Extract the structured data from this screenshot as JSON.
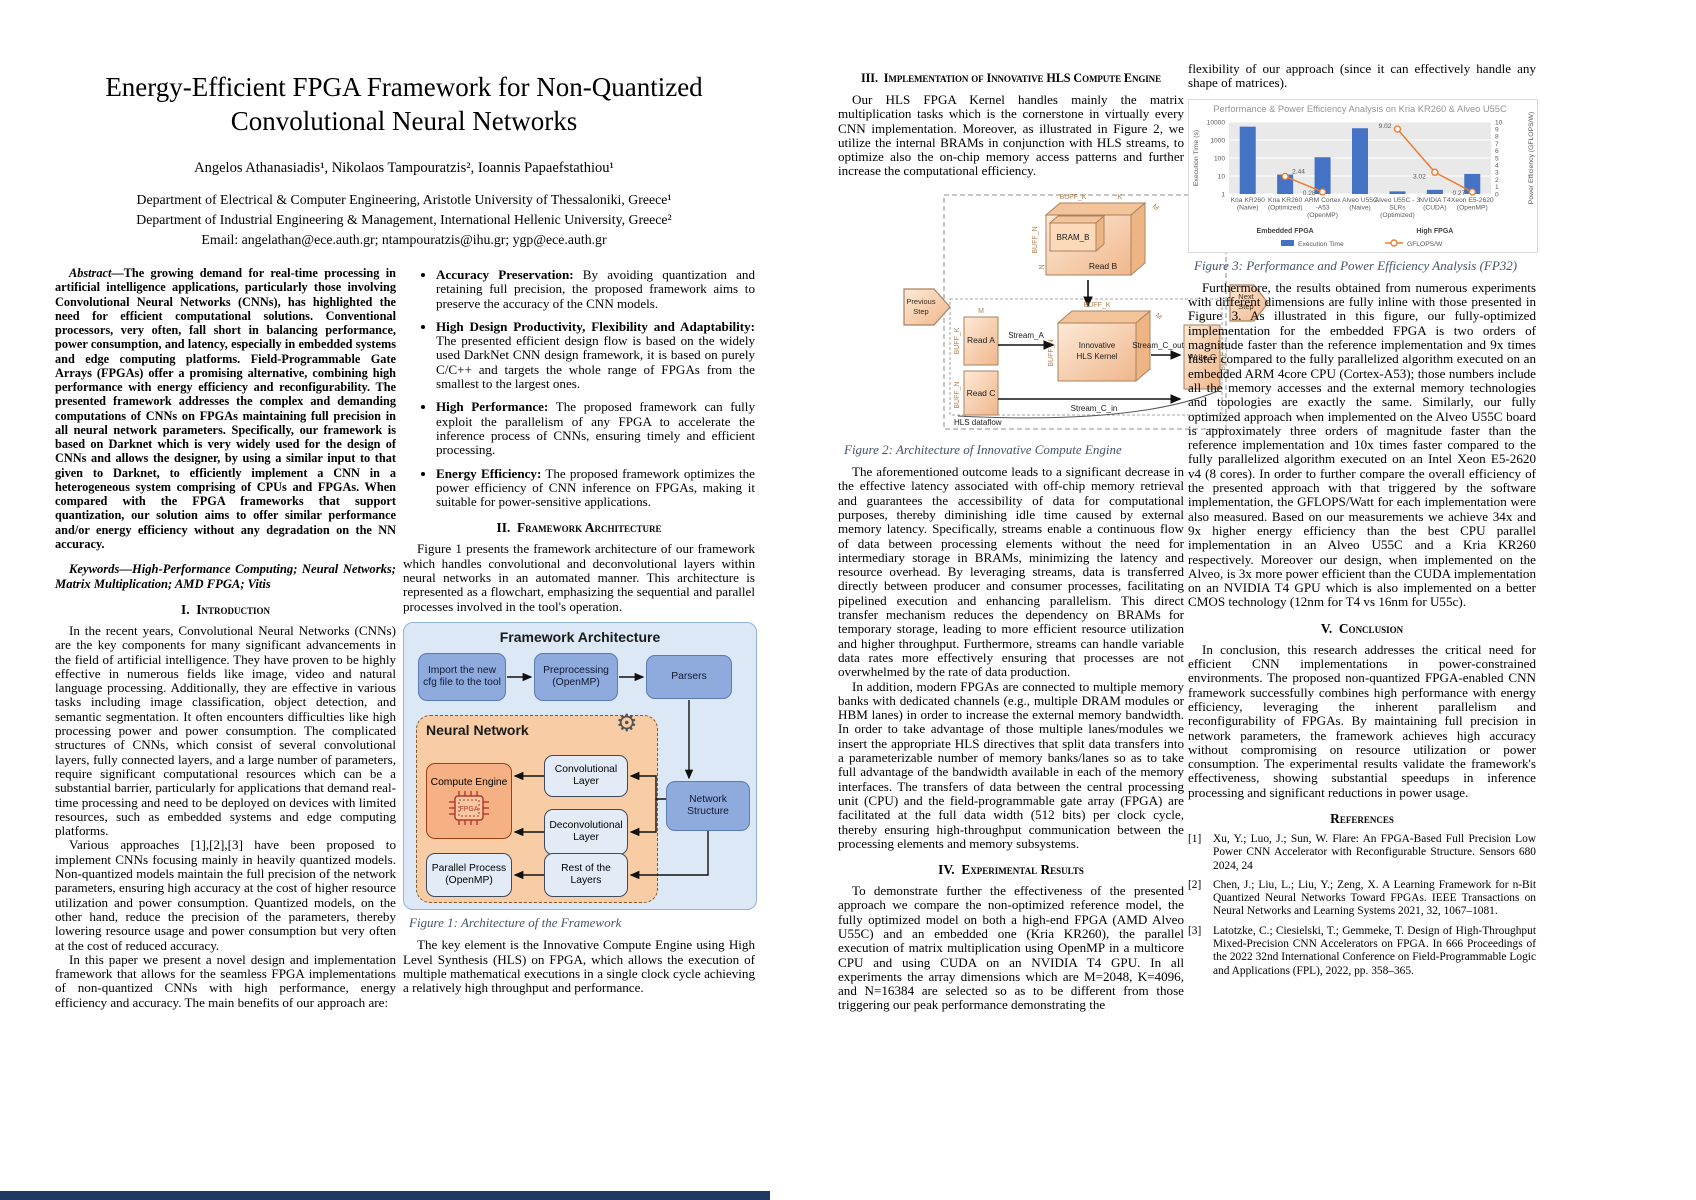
{
  "colors": {
    "bar_blue": "#4472c4",
    "line_orange": "#ed7d31",
    "caption": "#44546a",
    "fig_blue": "#8faadc",
    "fig_peach": "#f8cda6",
    "bottom_bar": "#1f3864"
  },
  "page1": {
    "title": "Energy-Efficient FPGA Framework for Non-Quantized Convolutional Neural Networks",
    "authors": "Angelos Athanasiadis¹, Nikolaos Tampouratzis², Ioannis Papaefstathiou¹",
    "affil1": "Department of Electrical & Computer Engineering, Aristotle University of Thessaloniki, Greece¹",
    "affil2": "Department of Industrial Engineering & Management, International Hellenic University, Greece²",
    "email": "Email: angelathan@ece.auth.gr; ntampouratzis@ihu.gr; ygp@ece.auth.gr",
    "abstract_label": "Abstract",
    "abstract_body": "—The growing demand for real-time processing in artificial intelligence applications, particularly those involving Convolutional Neural Networks (CNNs), has highlighted the need for efficient computational solutions. Conventional processors, very often, fall short in balancing performance, power consumption, and latency, especially in embedded systems and edge computing platforms. Field-Programmable Gate Arrays (FPGAs) offer a promising alternative, combining high performance with energy efficiency and reconfigurability. The presented framework addresses the complex and demanding computations of CNNs on FPGAs maintaining full precision in all neural network parameters. Specifically, our framework is based on Darknet which is very widely used for the design of CNNs and allows the designer, by using a similar input to that given to Darknet, to efficiently implement a CNN in a heterogeneous system comprising of CPUs and FPGAs. When compared with the FPGA frameworks that support quantization, our solution aims to offer similar performance and/or energy efficiency without any degradation on the NN accuracy.",
    "keywords_label": "Keywords",
    "keywords_body": "—High-Performance Computing; Neural Networks; Matrix Multiplication; AMD FPGA; Vitis",
    "sec1_heading": "I.  Introduction",
    "intro_p1": "In the recent years, Convolutional Neural Networks (CNNs) are the key components for many significant advancements in the field of artificial intelligence. They have proven to be highly effective in numerous fields like image, video and natural language processing. Additionally, they are effective in various tasks including image classification, object detection, and semantic segmentation. It often encounters difficulties like high processing power and power consumption. The complicated structures of CNNs, which consist of several convolutional layers, fully connected layers, and a large number of parameters, require significant computational resources which can be a substantial barrier, particularly for applications that demand real-time processing and need to be deployed on devices with limited resources, such as embedded systems and edge computing platforms.",
    "intro_p2": "Various approaches [1],[2],[3] have been proposed to implement CNNs focusing mainly in heavily quantized models. Non-quantized models maintain the full precision of the network parameters, ensuring high accuracy at the cost of higher resource utilization and power consumption. Quantized models, on the other hand, reduce the precision of the parameters, thereby lowering resource usage and power consumption but very often at the cost of reduced accuracy.",
    "intro_p3": "In this paper we present a novel design and implementation framework that allows for the seamless FPGA implementations of non-quantized CNNs with high performance, energy efficiency and accuracy. The main benefits of our approach are:",
    "bullets": [
      {
        "bold": "Accuracy Preservation:",
        "rest": " By avoiding quantization and retaining full precision, the proposed framework aims to preserve the accuracy of the CNN models."
      },
      {
        "bold": "High Design Productivity, Flexibility and Adaptability:",
        "rest": " The presented efficient design flow is based on the widely used DarkNet CNN design framework, it is based on purely C/C++ and targets the whole range of FPGAs from the smallest to the largest ones."
      },
      {
        "bold": "High Performance:",
        "rest": " The proposed framework can fully exploit the parallelism of any FPGA to accelerate the inference process of CNNs, ensuring timely and efficient processing."
      },
      {
        "bold": "Energy Efficiency:",
        "rest": " The proposed framework optimizes the power efficiency of CNN inference on FPGAs, making it suitable for power-sensitive applications."
      }
    ],
    "sec2_heading": "II.  Framework Architecture",
    "sec2_p1": "Figure 1 presents the framework architecture of our framework which handles convolutional and deconvolutional layers within neural networks in an automated manner. This architecture is represented as a flowchart, emphasizing the sequential and parallel processes involved in the tool's operation.",
    "fig1": {
      "title": "Framework Architecture",
      "box_import": "Import the new cfg file to the tool",
      "box_preprocessing": "Preprocessing (OpenMP)",
      "box_parsers": "Parsers",
      "nn_label": "Neural Network",
      "box_compute": "Compute Engine",
      "fpga": "FPGA",
      "box_conv": "Convolutional Layer",
      "box_deconv": "Deconvolutional Layer",
      "box_parallel": "Parallel Process (OpenMP)",
      "box_rest": "Rest of the Layers",
      "box_network": "Network Structure",
      "caption": "Figure 1: Architecture of the Framework"
    },
    "sec2_p2": "The key element is the Innovative Compute Engine using High Level Synthesis (HLS) on FPGA, which allows the execution of multiple mathematical executions in a single clock cycle achieving a relatively high throughput and performance."
  },
  "page2": {
    "sec3_heading": "III.  Implementation of Innovative HLS Compute Engine",
    "sec3_p1": "Our HLS FPGA Kernel handles mainly the matrix multiplication tasks which is the cornerstone in virtually every CNN implementation. Moreover, as illustrated in Figure 2, we utilize the internal BRAMs in conjunction with HLS streams, to optimize also the on-chip memory access patterns and further increase the computational efficiency.",
    "fig2": {
      "prev_l1": "Previous",
      "prev_l2": "Step",
      "next_l1": "Next",
      "next_l2": "Step",
      "bram_b": "BRAM_B",
      "read_b": "Read B",
      "read_a": "Read A",
      "read_c": "Read C",
      "write_c": "Write C",
      "kernel_l1": "Innovative",
      "kernel_l2": "HLS Kernel",
      "stream_a": "Stream_A",
      "stream_c_out": "Stream_C_out",
      "stream_c_in": "Stream_C_in",
      "hls_dataflow": "HLS dataflow",
      "dim_buff_k": "BUFF_K",
      "dim_buff_n": "BUFF_N",
      "dim_k": "K",
      "dim_m": "M",
      "dim_n": "N"
    },
    "fig2_caption": "Figure 2: Architecture of Innovative Compute Engine",
    "sec3_p2": "The aforementioned outcome leads to a significant decrease in the effective latency associated with off-chip memory retrieval and guarantees the accessibility of data for computational purposes, thereby diminishing idle time caused by external memory latency. Specifically, streams enable a continuous flow of data between processing elements without the need for intermediary storage in BRAMs, minimizing the latency and resource overhead. By leveraging streams, data is transferred directly between producer and consumer processes, facilitating pipelined execution and enhancing parallelism. This direct transfer mechanism reduces the dependency on BRAMs for temporary storage, leading to more efficient resource utilization and higher throughput. Furthermore, streams can handle variable data rates more effectively ensuring that processes are not overwhelmed by the rate of data production.",
    "sec3_p3": "In addition, modern FPGAs are connected to multiple memory banks with dedicated channels (e.g., multiple DRAM modules or HBM lanes) in order to increase the external memory bandwidth. In order to take advantage of those multiple lanes/modules we insert the appropriate HLS directives that split data transfers into a parameterizable number of memory banks/lanes so as to take full advantage of the bandwidth available in each of the memory interfaces. The transfers of data between the central processing unit (CPU) and the field-programmable gate array (FPGA) are facilitated at the full data width (512 bits) per clock cycle, thereby ensuring high-throughput communication between the processing elements and memory subsystems.",
    "sec4_heading": "IV.  Experimental Results",
    "sec4_p1": "To demonstrate further the effectiveness of the presented approach we compare the non-optimized reference model, the fully optimized model on both a high-end FPGA (AMD Alveo U55C) and an embedded one (Kria KR260), the parallel execution of matrix multiplication using OpenMP in a multicore CPU and using CUDA on an NVIDIA T4 GPU. In all experiments the array dimensions which are M=2048, K=4096, and N=16384 are selected so as to be different from those triggering our peak performance demonstrating the",
    "sec4_cont": "flexibility of our approach (since it can effectively handle any shape of matrices).",
    "fig3_caption": "Figure 3: Performance and Power Efficiency Analysis (FP32)",
    "sec4_p2": "Furthermore, the results obtained from numerous experiments with different dimensions are fully inline with those presented in Figure 3.  As illustrated in this figure, our fully-optimized implementation for the embedded FPGA is two orders of magnitude faster than the reference implementation and 9x times faster compared to the fully parallelized algorithm executed on an embedded ARM 4core CPU (Cortex-A53); those numbers include all the memory accesses and the external memory technologies and topologies are exactly the same. Similarly, our fully optimized approach when implemented on the Alveo U55C board is approximately three orders of magnitude faster than the reference implementation and 10x times faster compared to the fully parallelized algorithm executed on an Intel Xeon E5-2620 v4 (8 cores). In order to further compare the overall efficiency of the presented approach with that triggered by the software implementation, the GFLOPS/Watt for each implementation were also measured. Based on our measurements we achieve 34x and 9x higher energy efficiency than the best CPU parallel implementation in an Alveo U55C and a Kria KR260 respectively. Moreover our design, when implemented on the Alveo, is 3x more power efficient than the CUDA implementation on an NVIDIA T4 GPU which is also implemented on a better CMOS technology (12nm for T4 vs 16nm for U55c).",
    "sec5_heading": "V.  Conclusion",
    "sec5_p1": "In conclusion, this research addresses the critical need for efficient CNN implementations in power-constrained environments. The proposed non-quantized FPGA-enabled CNN framework successfully combines high performance with energy efficiency, leveraging the inherent parallelism and reconfigurability of FPGAs. By maintaining full precision in network parameters, the framework achieves high accuracy without compromising on resource utilization or power consumption. The experimental results validate the framework's effectiveness, showing substantial speedups in inference processing and significant reductions in power usage.",
    "ref_heading": "References",
    "references": [
      {
        "num": "[1]",
        "text": "Xu, Y.; Luo, J.; Sun, W. Flare: An FPGA-Based Full Precision Low Power CNN Accelerator with Reconfigurable Structure. Sensors 680 2024, 24"
      },
      {
        "num": "[2]",
        "text": "Chen, J.; Liu, L.; Liu, Y.; Zeng, X. A Learning Framework for n-Bit Quantized Neural Networks Toward FPGAs. IEEE Transactions on Neural Networks and Learning Systems 2021, 32, 1067–1081."
      },
      {
        "num": "[3]",
        "text": "Latotzke, C.; Ciesielski, T.; Gemmeke, T. Design of High-Throughput Mixed-Precision CNN Accelerators on FPGA. In 666 Proceedings of the 2022 32nd International Conference on Field-Programmable Logic and Applications (FPL), 2022, pp. 358–365."
      }
    ]
  },
  "chart_data": {
    "type": "bar",
    "subtype": "combo bar (log left axis) + line (linear right axis)",
    "title": "Performance & Power Efficiency Analysis  on Kria KR260 & Alveo U55C",
    "categories": [
      [
        "Kria KR260",
        "(Naive)"
      ],
      [
        "Kria KR260",
        "(Optimized)"
      ],
      [
        "ARM Cortex",
        "-A53",
        "(OpenMP)"
      ],
      [
        "Alveo U55C",
        "(Naive)"
      ],
      [
        "Alveo U55C - 3",
        "SLRs",
        "(Optimized)"
      ],
      [
        "NVIDIA T4",
        "(CUDA)"
      ],
      [
        "Xeon E5-2620",
        "(OpenMP)"
      ]
    ],
    "series": [
      {
        "name": "Execution Time",
        "type": "bar",
        "axis": "left",
        "color": "#4472c4",
        "values": [
          5500,
          12,
          110,
          4500,
          1.4,
          1.7,
          13
        ]
      },
      {
        "name": "GFLOPS/W",
        "type": "line",
        "axis": "right",
        "color": "#ed7d31",
        "values": [
          null,
          2.44,
          0.28,
          null,
          9.02,
          3.02,
          0.27
        ]
      }
    ],
    "point_labels": [
      "",
      "2.44",
      "0.28",
      "",
      "9.02",
      "3.02",
      "0.27"
    ],
    "left_axis": {
      "label": "Execution Time (s)",
      "scale": "log",
      "ticks": [
        1,
        10,
        100,
        1000,
        10000
      ]
    },
    "right_axis": {
      "label": "Power Efficiency (GFLOPS/W)",
      "min": 0,
      "max": 10,
      "step": 1
    },
    "group_labels": [
      {
        "label": "Embedded FPGA",
        "span": [
          0,
          2
        ]
      },
      {
        "label": "High FPGA",
        "span": [
          4,
          6
        ]
      }
    ],
    "legend_position": "bottom",
    "grid": true,
    "plot_bg": "#e9e9e9"
  }
}
